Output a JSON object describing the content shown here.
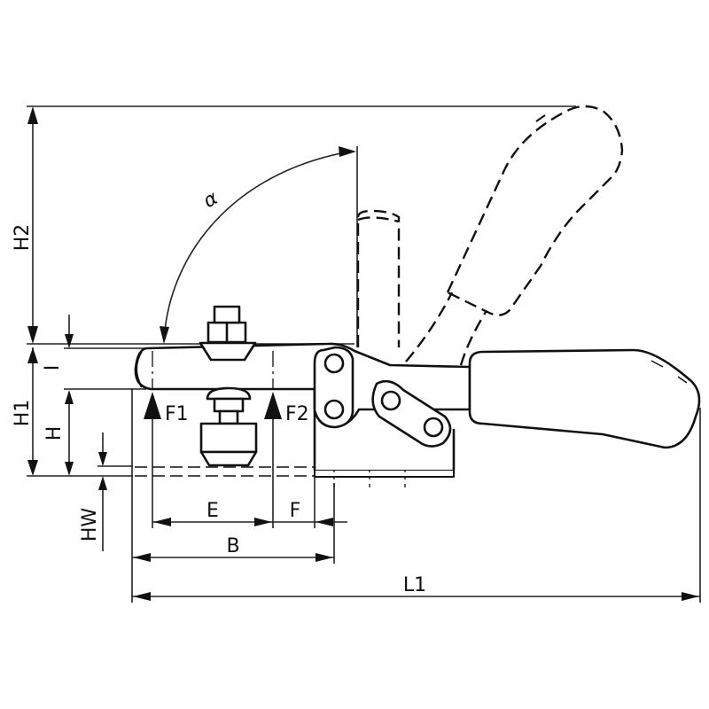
{
  "drawing": {
    "subject": "Horizontal toggle clamp",
    "line_color": "#111111",
    "background": "#ffffff"
  },
  "dimensions": {
    "H2": "H2",
    "H1": "H1",
    "H": "H",
    "I": "I",
    "HW": "HW",
    "E": "E",
    "F": "F",
    "B": "B",
    "L1": "L1",
    "alpha": "α"
  },
  "forces": {
    "F1": "F1",
    "F2": "F2"
  }
}
